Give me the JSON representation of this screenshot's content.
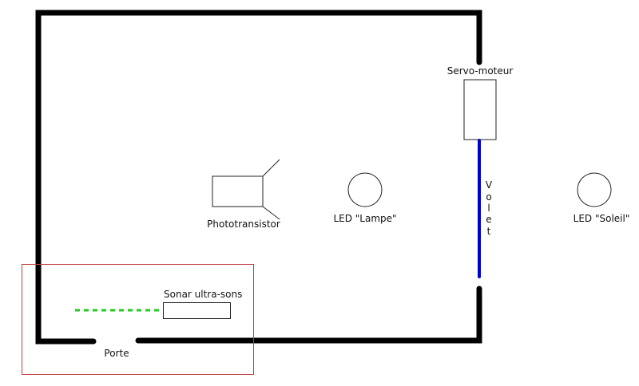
{
  "labels": {
    "servo": "Servo-moteur",
    "volet": [
      "V",
      "o",
      "l",
      "e",
      "t"
    ],
    "phototransistor": "Phototransistor",
    "led_lampe": "LED \"Lampe\"",
    "led_soleil": "LED \"Soleil\"",
    "sonar": "Sonar ultra-sons",
    "porte": "Porte"
  },
  "colors": {
    "wall": "#000000",
    "volet": "#0000cc",
    "sonar_beam": "#22cc22",
    "highlight": "#c04040"
  }
}
